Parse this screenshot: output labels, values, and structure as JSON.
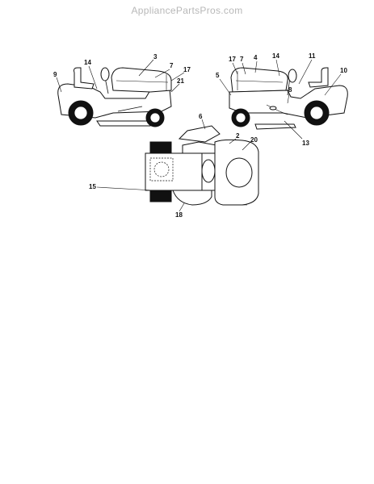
{
  "watermark": "AppliancePartsPros.com",
  "callouts": {
    "left": [
      "3",
      "7",
      "17",
      "14",
      "9",
      "21"
    ],
    "right": [
      "17",
      "7",
      "4",
      "14",
      "11",
      "5",
      "8",
      "10",
      "13"
    ],
    "top": [
      "6",
      "2",
      "20",
      "15",
      "18"
    ]
  }
}
